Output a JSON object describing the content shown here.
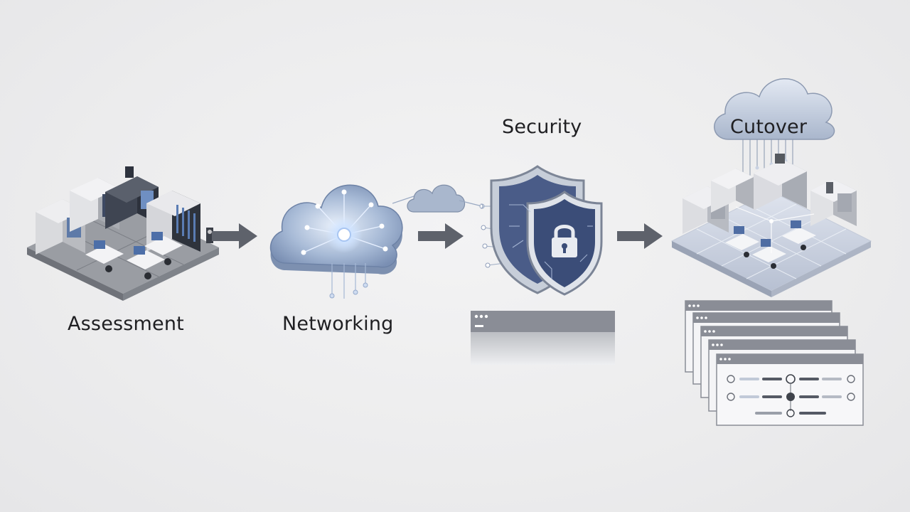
{
  "stages": [
    {
      "label": "Assessment",
      "icon": "datacenter-icon"
    },
    {
      "label": "Networking",
      "icon": "network-cloud-icon"
    },
    {
      "label": "Security",
      "icon": "shield-lock-icon"
    },
    {
      "label": "Cutover",
      "icon": "cloud-datacenter-icon"
    }
  ],
  "colors": {
    "steel": "#5f6470",
    "arrow": "#5e626b",
    "cloud_blue": "#8fa6c8",
    "shield_navy": "#3b4d78",
    "window_gray": "#8a8d96"
  }
}
